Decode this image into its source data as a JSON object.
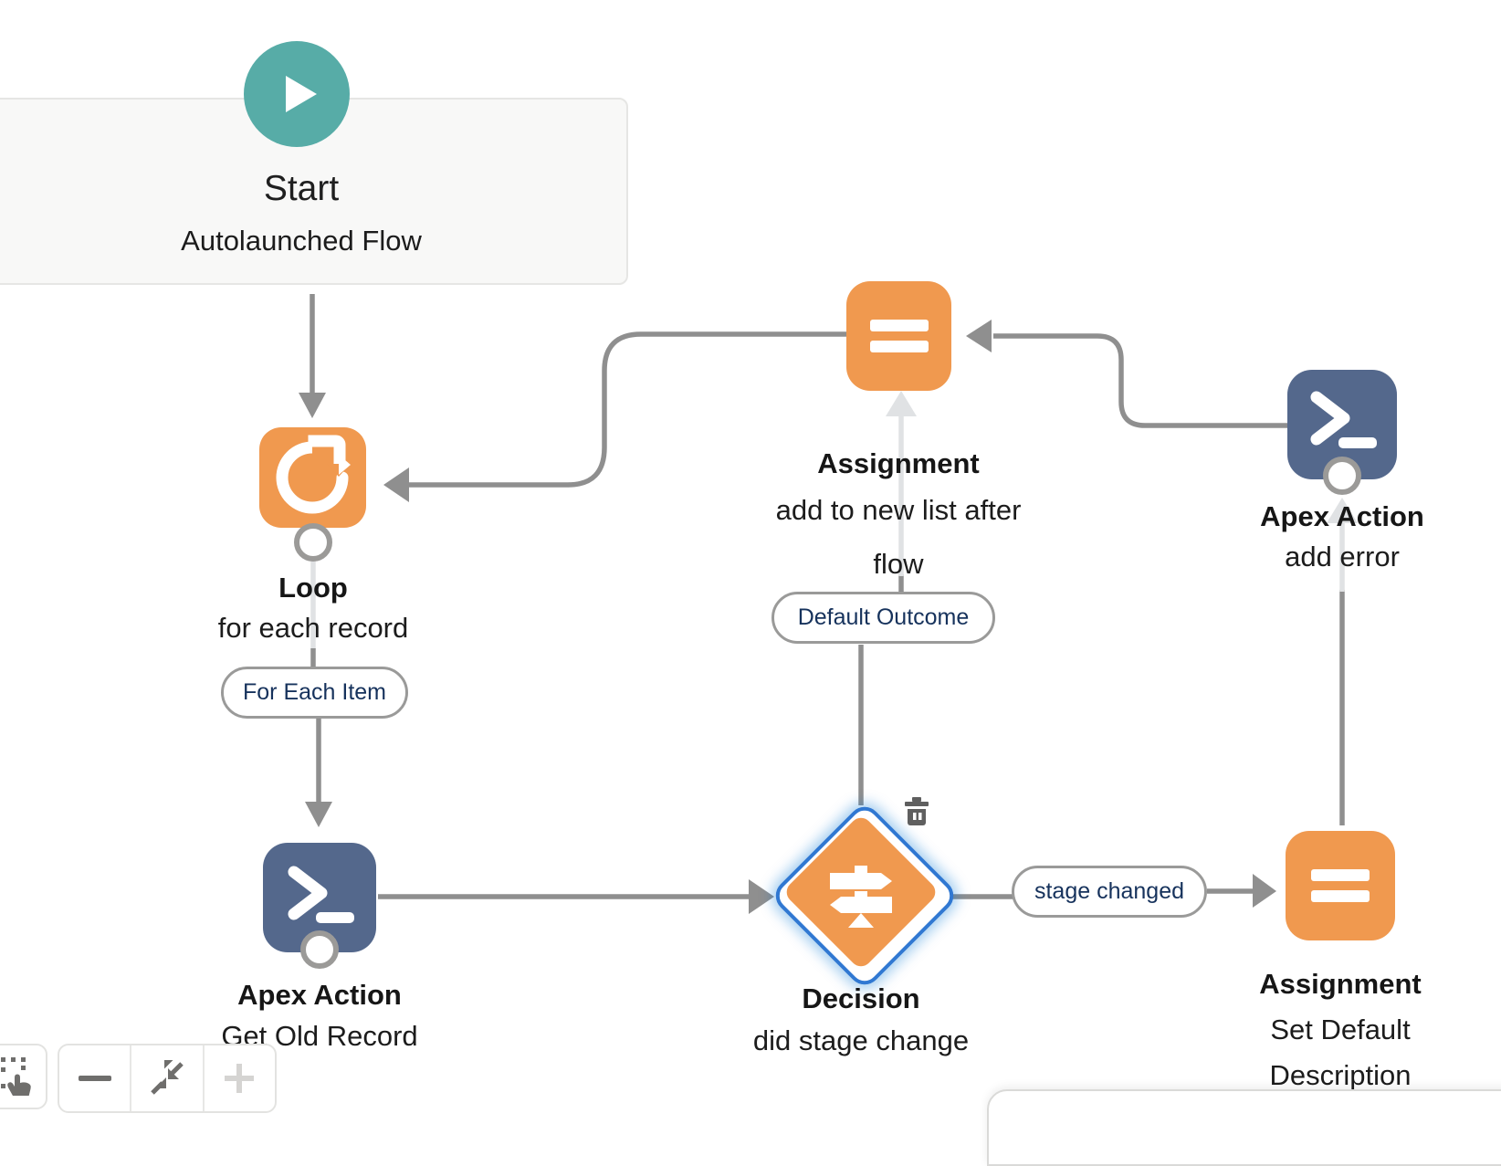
{
  "start_node": {
    "title": "Start",
    "type_label": "Autolaunched Flow"
  },
  "nodes": {
    "loop": {
      "title": "Loop",
      "description": "for each record"
    },
    "apex_get_old_record": {
      "title": "Apex Action",
      "description": "Get Old Record"
    },
    "decision": {
      "title": "Decision",
      "description": "did stage change"
    },
    "assignment_add_to_list": {
      "title": "Assignment",
      "description_line1": "add to new list after",
      "description_line2": "flow"
    },
    "apex_add_error": {
      "title": "Apex Action",
      "description": "add error"
    },
    "assignment_set_default": {
      "title": "Assignment",
      "description_line1": "Set Default",
      "description_line2": "Description"
    }
  },
  "connector_labels": {
    "for_each_item": "For Each Item",
    "default_outcome": "Default Outcome",
    "stage_changed": "stage changed"
  },
  "icons": {
    "start": "play-icon",
    "loop": "loop-icon",
    "apex_action": "terminal-icon",
    "assignment": "equals-icon",
    "decision": "signpost-icon",
    "delete": "trash-icon",
    "pan": "grab-hand-icon",
    "zoom_out": "minus-icon",
    "fit_view": "collapse-icon",
    "zoom_in": "plus-icon"
  },
  "colors": {
    "element_orange": "#F0994F",
    "element_navy": "#54688C",
    "start_teal": "#57ACA7",
    "connector_gray": "#8F8F8F",
    "connector_light": "#E0E2E4",
    "selection_blue": "#3078D2",
    "pill_text_navy": "#16325C"
  }
}
